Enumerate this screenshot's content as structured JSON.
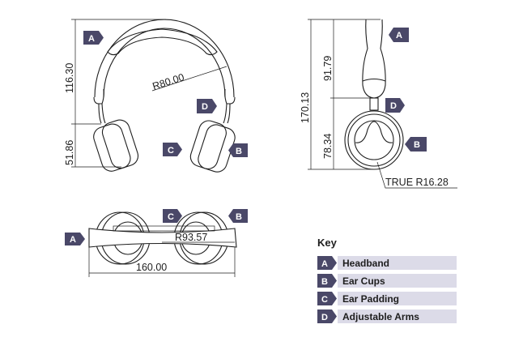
{
  "front_view": {
    "dim_height_headband": "116.30",
    "dim_height_cup": "51.86",
    "dim_radius": "R80.00",
    "labels": [
      "A",
      "D",
      "C",
      "B"
    ]
  },
  "side_view": {
    "dim_total": "170.13",
    "dim_upper": "91.79",
    "dim_lower": "78.34",
    "dim_radius": "TRUE R16.28",
    "labels": [
      "A",
      "D",
      "B"
    ]
  },
  "top_view": {
    "dim_width": "160.00",
    "dim_radius": "R93.57",
    "labels": [
      "A",
      "C",
      "B"
    ]
  },
  "key": {
    "title": "Key",
    "items": [
      {
        "letter": "A",
        "label": "Headband"
      },
      {
        "letter": "B",
        "label": "Ear Cups"
      },
      {
        "letter": "C",
        "label": "Ear Padding"
      },
      {
        "letter": "D",
        "label": "Adjustable Arms"
      }
    ]
  },
  "colors": {
    "tag": "#4a4868",
    "key_bar": "#dcdbe8"
  }
}
